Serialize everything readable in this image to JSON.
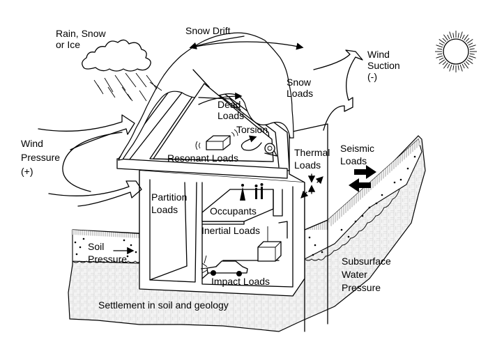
{
  "diagram": {
    "subject": "Structural loads acting on a house",
    "labels": {
      "rain": [
        "Rain, Snow",
        "or Ice"
      ],
      "snow_drift": "Snow Drift",
      "wind_suction": [
        "Wind",
        "Suction",
        "(-)"
      ],
      "snow_loads": [
        "Snow",
        "Loads"
      ],
      "dead_loads": [
        "Dead",
        "Loads"
      ],
      "torsion": "Torsion",
      "resonant_loads": "Resonant Loads",
      "wind_pressure": [
        "Wind",
        "Pressure",
        "(+)"
      ],
      "thermal_loads": [
        "Thermal",
        "Loads"
      ],
      "seismic_loads": [
        "Seismic",
        "Loads"
      ],
      "partition_loads": [
        "Partition",
        "Loads"
      ],
      "occupants": "Occupants",
      "inertial_loads": "Inertial Loads",
      "soil_pressure": [
        "Soil",
        "Pressure"
      ],
      "impact_loads": "Impact Loads",
      "subsurface_water": [
        "Subsurface",
        "Water",
        "Pressure"
      ],
      "settlement": "Settlement in soil and geology"
    },
    "icons": [
      "sun-icon",
      "cloud-rain-icon",
      "car-icon",
      "people-icon",
      "fan-icon",
      "box-icon"
    ]
  }
}
